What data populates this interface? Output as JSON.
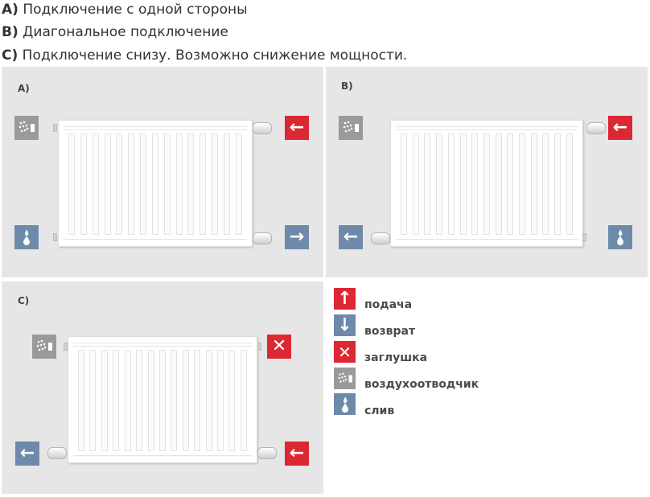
{
  "captions": [
    {
      "key": "A)",
      "text": "Подключение с одной стороны"
    },
    {
      "key": "B)",
      "text": "Диагональное подключение"
    },
    {
      "key": "C)",
      "text": "Подключение снизу. Возможно снижение мощности."
    }
  ],
  "panels": {
    "a": {
      "label": "A)"
    },
    "b": {
      "label": "B)"
    },
    "c": {
      "label": "C)"
    }
  },
  "legend": {
    "supply": "подача",
    "return": "возврат",
    "plug": "заглушка",
    "air_vent": "воздухоотводчик",
    "drain": "слив"
  },
  "icons": {
    "supply_red": "#dc2832",
    "return_blue": "#6e8aaa",
    "air_vent_gray": "#9a9a9a",
    "supply_arrow_up": "↑",
    "return_arrow_down": "↓",
    "left_arrow": "←",
    "right_arrow": "→",
    "plug_cross": "✕"
  }
}
